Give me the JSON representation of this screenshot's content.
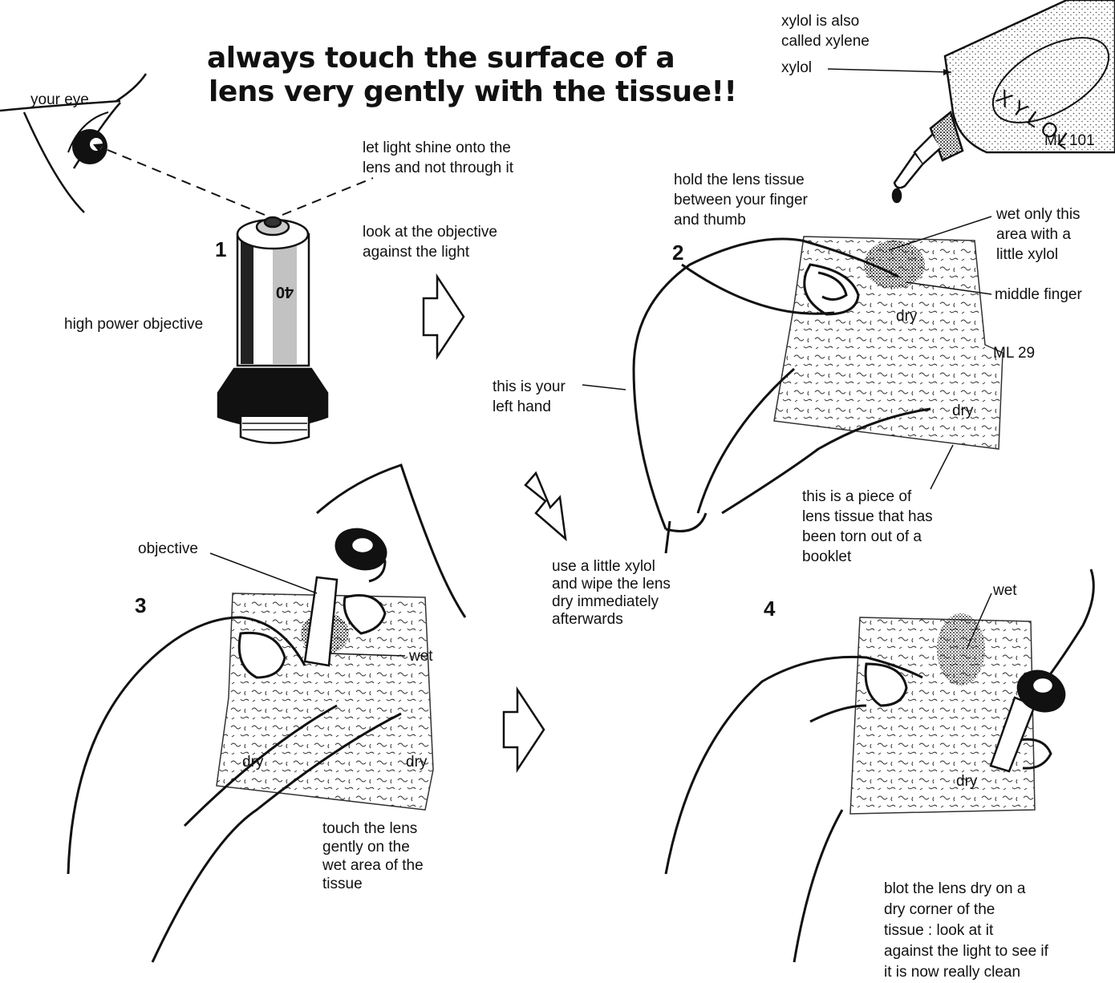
{
  "title": {
    "line1": "always touch the surface of a",
    "line2": "lens very gently with the tissue!!"
  },
  "panel1": {
    "step": "1",
    "eye_label": "your eye",
    "shine_line1": "let light shine onto the",
    "shine_line2": "lens and not through it",
    "look_line1": "look at the objective",
    "look_line2": "against the light",
    "objective_label": "high power objective",
    "objective_mark": "40"
  },
  "bottle": {
    "note_line1": "xylol is also",
    "note_line2": "called xylene",
    "label": "xylol",
    "bottle_text": "XYLOL",
    "code": "ML 101"
  },
  "panel2": {
    "step": "2",
    "hold_line1": "hold the lens tissue",
    "hold_line2": "between your finger",
    "hold_line3": "and thumb",
    "wet_line1": "wet only this",
    "wet_line2": "area with a",
    "wet_line3": "little xylol",
    "middle_finger": "middle finger",
    "dry1": "dry",
    "dry2": "dry",
    "code": "ML 29",
    "hand_line1": "this is your",
    "hand_line2": "left hand",
    "tissue_line1": "this is a piece of",
    "tissue_line2": "lens tissue that has",
    "tissue_line3": "been torn out of a",
    "tissue_line4": "booklet"
  },
  "middle": {
    "line1": "use a little xylol",
    "line2": "and wipe the lens",
    "line3": "dry immediately",
    "line4": "afterwards"
  },
  "panel3": {
    "step": "3",
    "objective": "objective",
    "wet": "wet",
    "dry1": "dry",
    "dry2": "dry",
    "touch_line1": "touch the lens",
    "touch_line2": "gently on the",
    "touch_line3": "wet area of the",
    "touch_line4": "tissue"
  },
  "panel4": {
    "step": "4",
    "wet": "wet",
    "dry": "dry",
    "blot_line1": "blot the lens dry on a",
    "blot_line2": "dry corner of the",
    "blot_line3": "tissue : look at it",
    "blot_line4": "against the light to see if",
    "blot_line5": "it is now really clean"
  }
}
